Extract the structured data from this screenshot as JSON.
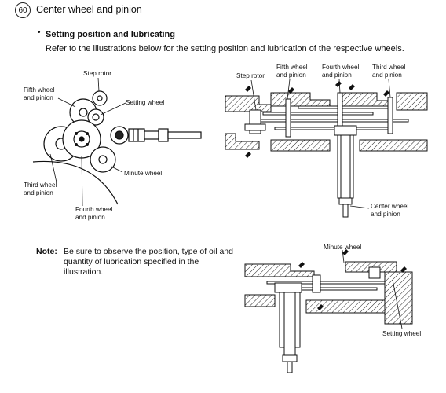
{
  "header": {
    "step_number": "60",
    "title": "Center wheel and pinion"
  },
  "section": {
    "bullet": "•",
    "subtitle": "Setting position and lubricating",
    "intro": "Refer to the illustrations below for the setting position and lubrication of the respective wheels."
  },
  "figure_left": {
    "labels": {
      "step_rotor": "Step rotor",
      "fifth_wheel": "Fifth wheel\nand pinion",
      "setting_wheel": "Setting wheel",
      "third_wheel": "Third wheel\nand pinion",
      "fourth_wheel": "Fourth wheel\nand pinion",
      "minute_wheel": "Minute wheel"
    }
  },
  "figure_right": {
    "labels": {
      "step_rotor": "Step rotor",
      "fifth_wheel": "Fifth wheel\nand pinion",
      "fourth_wheel": "Fourth wheel\nand pinion",
      "third_wheel": "Third wheel\nand pinion",
      "center_wheel": "Center wheel\nand pinion"
    }
  },
  "figure_bottom": {
    "labels": {
      "minute_wheel": "Minute wheel",
      "setting_wheel": "Setting wheel"
    }
  },
  "note": {
    "label": "Note:",
    "text": "Be sure to observe the position, type of oil and quantity of lubrication specified in the illustration."
  }
}
